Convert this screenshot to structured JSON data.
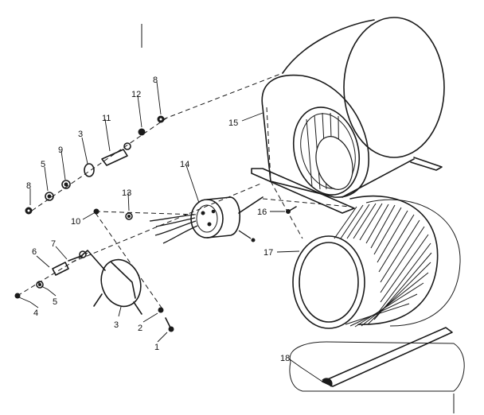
{
  "callouts": [
    {
      "id": "c1",
      "label": "1"
    },
    {
      "id": "c2",
      "label": "2"
    },
    {
      "id": "c3a",
      "label": "3"
    },
    {
      "id": "c3b",
      "label": "3"
    },
    {
      "id": "c4",
      "label": "4"
    },
    {
      "id": "c5a",
      "label": "5"
    },
    {
      "id": "c5b",
      "label": "5"
    },
    {
      "id": "c6",
      "label": "6"
    },
    {
      "id": "c7",
      "label": "7"
    },
    {
      "id": "c8a",
      "label": "8"
    },
    {
      "id": "c8b",
      "label": "8"
    },
    {
      "id": "c9",
      "label": "9"
    },
    {
      "id": "c10",
      "label": "10"
    },
    {
      "id": "c11",
      "label": "11"
    },
    {
      "id": "c12",
      "label": "12"
    },
    {
      "id": "c13",
      "label": "13"
    },
    {
      "id": "c14",
      "label": "14"
    },
    {
      "id": "c15",
      "label": "15"
    },
    {
      "id": "c16",
      "label": "16"
    },
    {
      "id": "c17",
      "label": "17"
    },
    {
      "id": "c18",
      "label": "18"
    }
  ]
}
